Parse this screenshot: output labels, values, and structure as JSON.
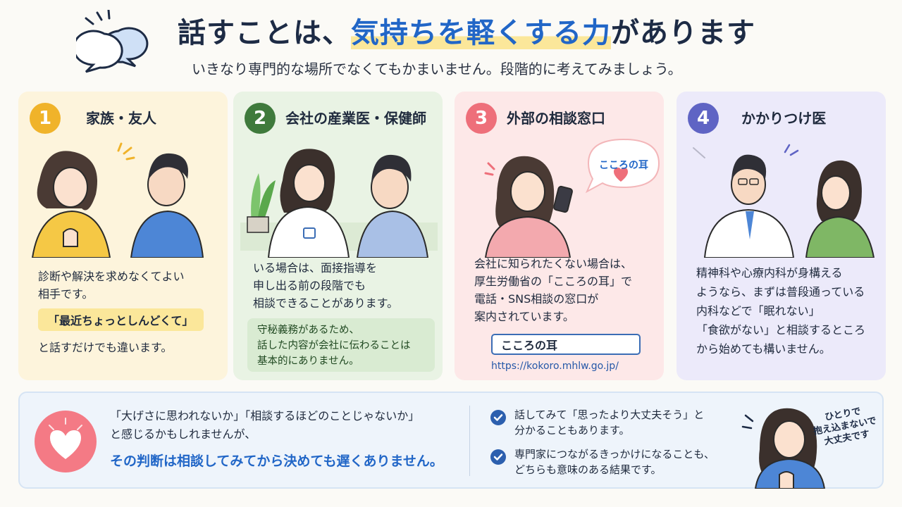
{
  "header": {
    "title_before": "話すことは、",
    "title_highlight": "気持ちを軽くする力",
    "title_after": "があります",
    "subtitle": "いきなり専門的な場所でなくてもかまいません。段階的に考えてみましょう。"
  },
  "cards": [
    {
      "number": "1",
      "title": "家族・友人",
      "body": [
        "診断や解決を求めなくてよい",
        "相手です。"
      ],
      "quote": "「最近ちょっとしんどくて」",
      "after": "と話すだけでも違います。"
    },
    {
      "number": "2",
      "title": "会社の産業医・保健師",
      "body": [
        "いる場合は、面接指導を",
        "申し出る前の段階でも",
        "相談できることがあります。"
      ],
      "note": [
        "守秘義務があるため、",
        "話した内容が会社に伝わることは",
        "基本的にありません。"
      ]
    },
    {
      "number": "3",
      "title": "外部の相談窓口",
      "bubble": "こころの耳",
      "body": [
        "会社に知られたくない場合は、",
        "厚生労働省の「こころの耳」で",
        "電話・SNS相談の窓口が",
        "案内されています。"
      ],
      "search_value": "こころの耳",
      "url": "https://kokoro.mhlw.go.jp/"
    },
    {
      "number": "4",
      "title": "かかりつけ医",
      "body": [
        "精神科や心療内科が身構える",
        "ようなら、まずは普段通っている",
        "内科などで「眠れない」",
        "「食欲がない」と相談するところ",
        "から始めても構いません。"
      ]
    }
  ],
  "bottom": {
    "line1": "「大げさに思われないか」「相談するほどのことじゃないか」",
    "line2": "と感じるかもしれませんが、",
    "strong": "その判断は相談してみてから決めても遅くありません。",
    "checks": [
      [
        "話してみて「思ったより大丈夫そう」と",
        "分かることもあります。"
      ],
      [
        "専門家につながるきっかけになることも、",
        "どちらも意味のある結果です。"
      ]
    ],
    "stamp": [
      "ひとりで",
      "抱え込まないで",
      "大丈夫です"
    ]
  },
  "colors": {
    "accent_blue": "#2166c7",
    "card1": "#fdf4dc",
    "card2": "#e9f3e4",
    "card3": "#fde8e8",
    "card4": "#eceafa",
    "num1": "#f0b32a",
    "num2": "#3f7a3c",
    "num3": "#ee6f7a",
    "num4": "#5f64c4"
  },
  "icons": [
    "speech-bubbles-icon",
    "heart-icon",
    "search-icon",
    "check-icon"
  ]
}
